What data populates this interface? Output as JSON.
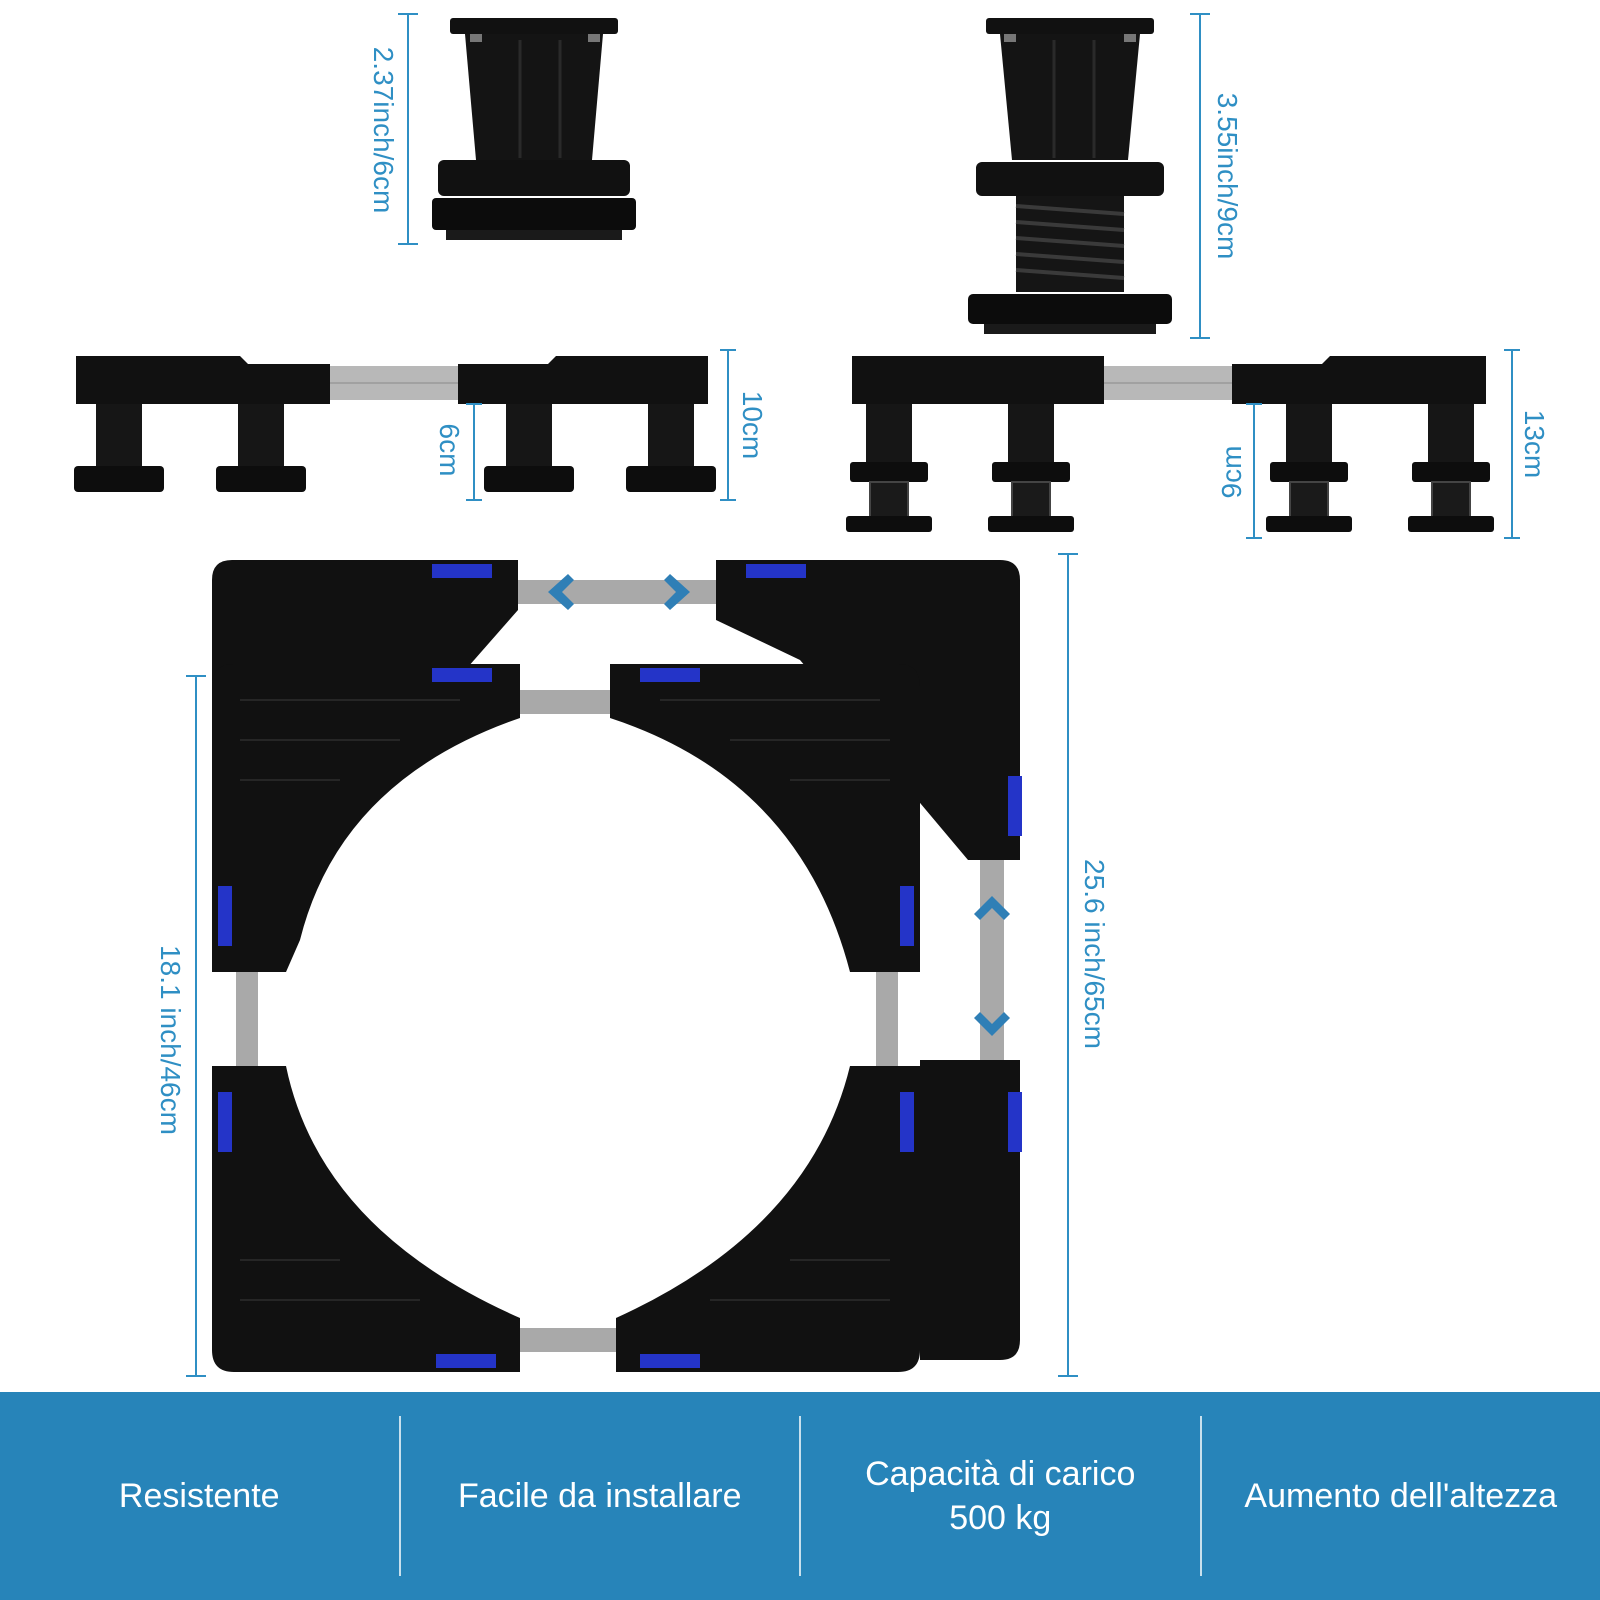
{
  "palette": {
    "accent": "#2f8fc4",
    "bar_background": "#2784b9",
    "product_black": "#111111",
    "rod_grey": "#a9a9a9",
    "level_blue": "#2434c8"
  },
  "dimensions": {
    "foot_short_height": "2.37inch/6cm",
    "foot_tall_height": "3.55inch/9cm",
    "frame_low_total": "10cm",
    "frame_low_foot": "6cm",
    "frame_high_total": "13cm",
    "frame_high_foot": "9cm",
    "base_width_min": "18.1 inch/46cm",
    "base_width_max": "25.6 inch/65cm"
  },
  "features": [
    {
      "lines": [
        "Resistente"
      ]
    },
    {
      "lines": [
        "Facile da installare"
      ]
    },
    {
      "lines": [
        "Capacità di carico",
        "500 kg"
      ]
    },
    {
      "lines": [
        "Aumento dell'altezza"
      ]
    }
  ],
  "icons": {
    "width_adjust": "double-arrow-horizontal-icon",
    "depth_adjust": "double-arrow-vertical-icon"
  }
}
